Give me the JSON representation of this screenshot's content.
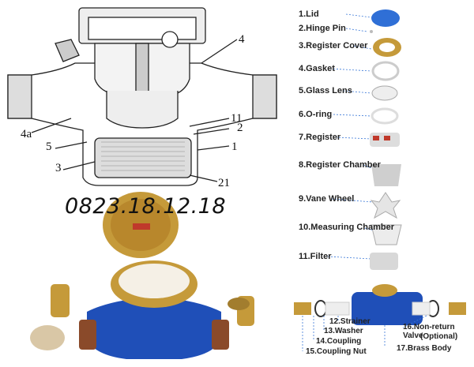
{
  "phone": "0823.18.12.18",
  "diagram_labels": [
    "4",
    "11",
    "2",
    "1",
    "21",
    "4a",
    "5",
    "3"
  ],
  "parts": [
    "1.Lid",
    "2.Hinge Pin",
    "3.Register Cover",
    "4.Gasket",
    "5.Glass Lens",
    "6.O-ring",
    "7.Register",
    "8.Register Chamber",
    "9.Vane Wheel",
    "10.Measuring Chamber",
    "11.Filter"
  ],
  "bottom_parts": [
    "12.Strainer",
    "13.Washer",
    "14.Coupling",
    "15.Coupling Nut",
    "16.Non-return Valve",
    "(Optional)",
    "17.Brass Body"
  ],
  "colors": {
    "meter_blue": "#1f4fb8",
    "brass": "#c59a3a",
    "lid_blue": "#2f6fd6",
    "leader_blue": "#3a78d8"
  },
  "icons": [
    "water-meter-photo",
    "water-meter-cross-section-diagram",
    "exploded-parts-icons"
  ]
}
